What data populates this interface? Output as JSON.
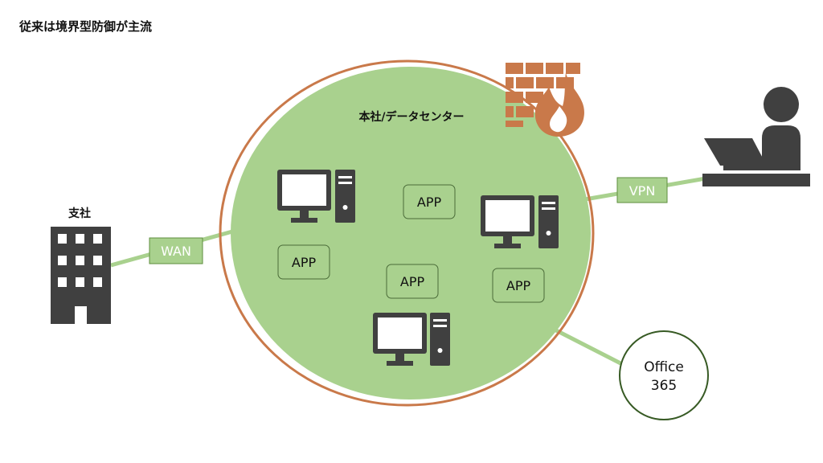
{
  "page": {
    "title": "従来は境界型防御が主流"
  },
  "colors": {
    "zone_fill": "#a9d18e",
    "zone_ring": "#c9794a",
    "tag_fill": "#a9d18e",
    "tag_border": "#5e8e3e",
    "app_border": "#4a6b38",
    "office_border": "#375a24",
    "link": "#a9d18e",
    "device": "#404040",
    "firewall": "#c9794a"
  },
  "nodes": {
    "hq": {
      "label": "本社/データセンター"
    },
    "branch": {
      "label": "支社"
    },
    "office365": {
      "label_line1": "Office",
      "label_line2": "365"
    }
  },
  "links": {
    "wan": "WAN",
    "vpn": "VPN"
  },
  "apps": [
    "APP",
    "APP",
    "APP",
    "APP"
  ],
  "icons": [
    "building-icon",
    "monitor-tower-icon",
    "firewall-icon",
    "remote-user-laptop-icon"
  ]
}
